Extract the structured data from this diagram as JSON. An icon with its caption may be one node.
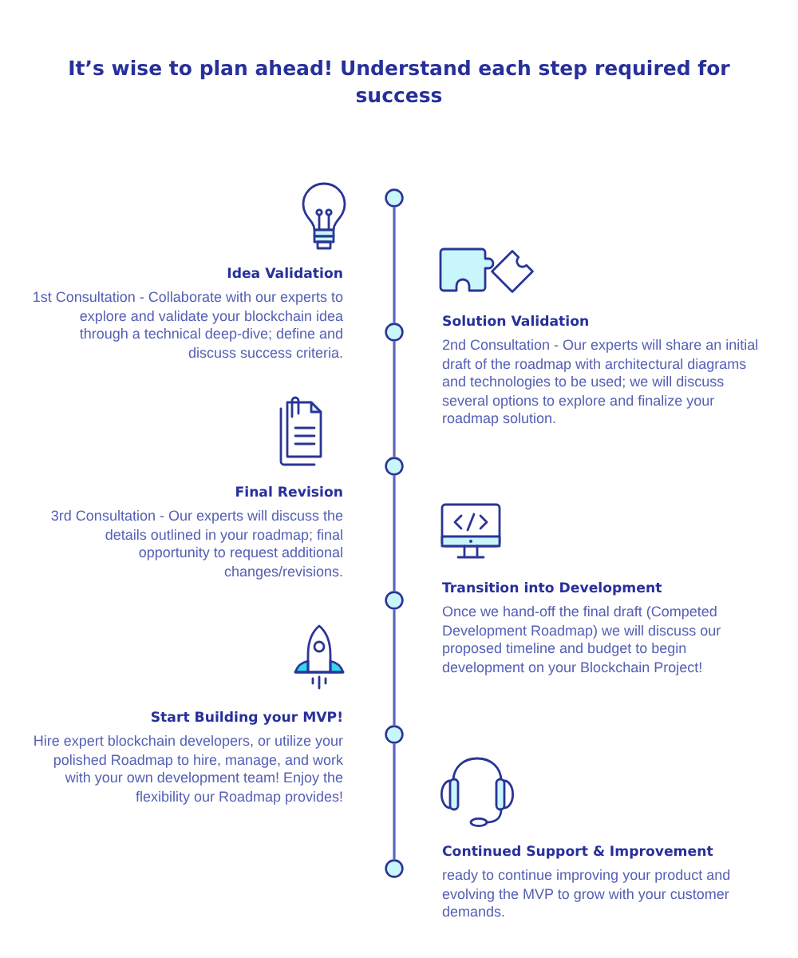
{
  "diagram": {
    "title": "It’s wise to plan ahead! Understand each step required for success",
    "nodes": [
      {
        "text": [],
        "shape": "circle",
        "beside": [
          "Idea Validation",
          "1st Consultation - Collaborate with our experts to explore and validate your blockchain idea through a technical deep-dive; define and discuss success criteria."
        ]
      },
      {
        "text": [],
        "shape": "circle",
        "beside": [
          "Solution Validation",
          "2nd Consultation - Our experts will share an initial draft of the roadmap with architectural diagrams and technologies to be used; we will discuss several options to explore and finalize your roadmap solution."
        ]
      },
      {
        "text": [],
        "shape": "circle",
        "beside": [
          "Final Revision",
          "3rd Consultation - Our experts will discuss the details outlined in your roadmap; final opportunity to request additional changes/revisions."
        ]
      },
      {
        "text": [],
        "shape": "circle",
        "beside": [
          "Transition into Development",
          "Once we hand-off the final draft (Competed Development Roadmap) we will discuss our proposed timeline and budget to begin development on your Blockchain Project!"
        ]
      },
      {
        "text": [],
        "shape": "circle",
        "beside": [
          "Start Building your MVP!",
          "Hire expert blockchain developers, or utilize your polished Roadmap to hire, manage, and work with your own development team! Enjoy the flexibility our Roadmap provides!"
        ]
      },
      {
        "text": [],
        "shape": "circle",
        "beside": [
          "Continued Support & Improvement",
          "ready to continue improving your product and evolving the MVP to grow with your customer demands."
        ]
      }
    ],
    "edges": [
      {
        "from": 0,
        "to": 1,
        "arrow": "none"
      },
      {
        "from": 1,
        "to": 2,
        "arrow": "none"
      },
      {
        "from": 2,
        "to": 3,
        "arrow": "none"
      },
      {
        "from": 3,
        "to": 4,
        "arrow": "none"
      },
      {
        "from": 4,
        "to": 5,
        "arrow": "none"
      }
    ]
  }
}
